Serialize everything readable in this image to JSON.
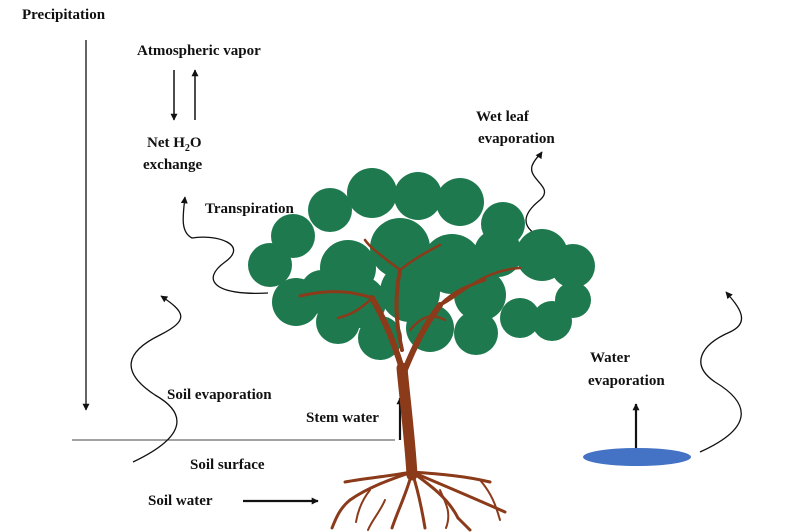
{
  "labels": {
    "precipitation": "Precipitation",
    "atmospheric_vapor": "Atmospheric vapor",
    "net_h2o_prefix": "Net H",
    "net_h2o_sub": "2",
    "net_h2o_suffix": "O",
    "exchange": "exchange",
    "transpiration": "Transpiration",
    "wet_leaf_line1": "Wet leaf",
    "wet_leaf_line2": "evaporation",
    "water_evap_line1": "Water",
    "water_evap_line2": "evaporation",
    "soil_evaporation": "Soil evaporation",
    "stem_water": "Stem water",
    "soil_surface": "Soil surface",
    "soil_water": "Soil water"
  },
  "colors": {
    "foliage": "#1e7a4e",
    "trunk": "#8b3a1a",
    "pond": "#4472c4",
    "ink": "#111111"
  }
}
